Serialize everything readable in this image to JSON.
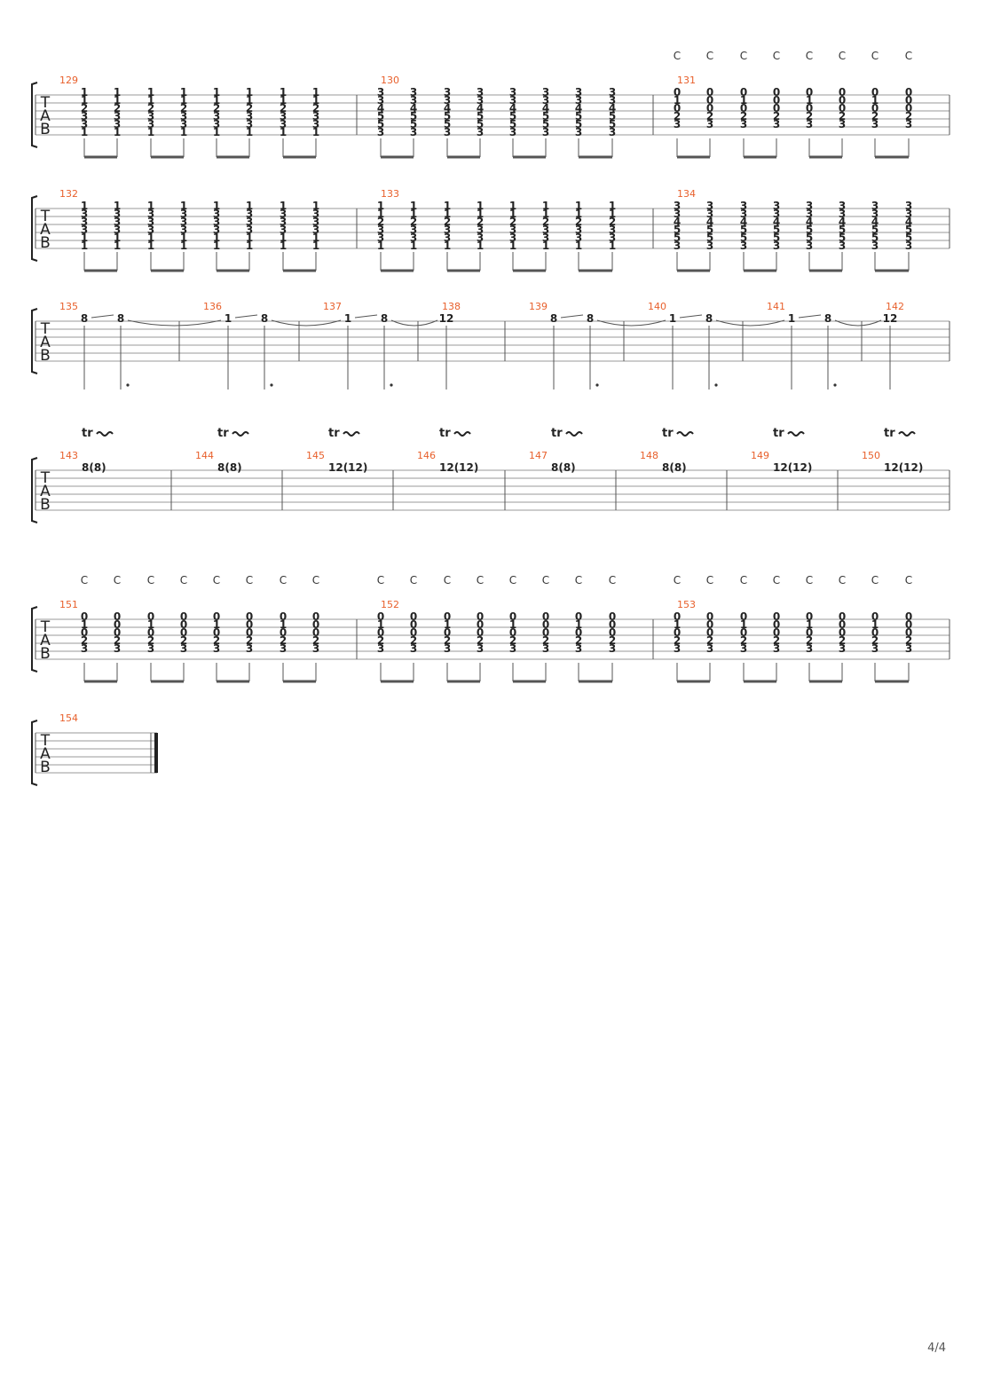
{
  "page": {
    "number": "4/4"
  },
  "clef": [
    "T",
    "A",
    "B"
  ],
  "systems": [
    {
      "chords": [
        "C",
        "C",
        "C",
        "C",
        "C",
        "C",
        "C",
        "C"
      ],
      "measures": [
        {
          "number": "129",
          "beats": 8,
          "strings": [
            "1",
            "1",
            "2",
            "3",
            "3",
            "1"
          ]
        },
        {
          "number": "130",
          "beats": 8,
          "strings": [
            "3",
            "3",
            "4",
            "5",
            "5",
            "3"
          ]
        },
        {
          "number": "131",
          "beats": 8,
          "strings": [
            "0",
            "1",
            "0",
            "2",
            "3",
            ""
          ],
          "alt2": "1/0"
        }
      ]
    },
    {
      "chords": [],
      "measures": [
        {
          "number": "132",
          "beats": 8,
          "strings": [
            "1",
            "3",
            "3",
            "3",
            "1",
            "1"
          ]
        },
        {
          "number": "133",
          "beats": 8,
          "strings": [
            "1",
            "1",
            "2",
            "3",
            "3",
            "1"
          ]
        },
        {
          "number": "134",
          "beats": 8,
          "strings": [
            "3",
            "3",
            "4",
            "5",
            "5",
            "3"
          ]
        }
      ]
    },
    {
      "chords": [],
      "measures": [
        {
          "number": "135",
          "notes": [
            "8",
            "8"
          ]
        },
        {
          "number": "136",
          "notes": [
            "1",
            "8"
          ]
        },
        {
          "number": "137",
          "notes": [
            "1",
            "8"
          ]
        },
        {
          "number": "138",
          "notes": [
            "12"
          ]
        },
        {
          "number": "139",
          "notes": [
            "8",
            "8"
          ]
        },
        {
          "number": "140",
          "notes": [
            "1",
            "8"
          ]
        },
        {
          "number": "141",
          "notes": [
            "1",
            "8"
          ]
        },
        {
          "number": "142",
          "notes": [
            "12"
          ]
        }
      ]
    },
    {
      "chords": [],
      "trill": "tr",
      "measures": [
        {
          "number": "143",
          "note": "8(8)"
        },
        {
          "number": "144",
          "note": "8(8)"
        },
        {
          "number": "145",
          "note": "12(12)"
        },
        {
          "number": "146",
          "note": "12(12)"
        },
        {
          "number": "147",
          "note": "8(8)"
        },
        {
          "number": "148",
          "note": "8(8)"
        },
        {
          "number": "149",
          "note": "12(12)"
        },
        {
          "number": "150",
          "note": "12(12)"
        }
      ]
    },
    {
      "chords": [
        "C",
        "C",
        "C",
        "C",
        "C",
        "C",
        "C",
        "C",
        "C",
        "C",
        "C",
        "C",
        "C",
        "C",
        "C",
        "C",
        "C",
        "C",
        "C",
        "C",
        "C",
        "C",
        "C",
        "C"
      ],
      "measures": [
        {
          "number": "151",
          "beats": 8,
          "strings": [
            "0",
            "1",
            "0",
            "2",
            "3",
            ""
          ],
          "alt2": "1/0"
        },
        {
          "number": "152",
          "beats": 8,
          "strings": [
            "0",
            "1",
            "0",
            "2",
            "3",
            ""
          ],
          "alt2": "1/0"
        },
        {
          "number": "153",
          "beats": 8,
          "strings": [
            "0",
            "1",
            "0",
            "2",
            "3",
            ""
          ],
          "alt2": "1/0"
        }
      ]
    },
    {
      "chords": [],
      "measures": [
        {
          "number": "154"
        }
      ]
    }
  ],
  "colors": {
    "measure_number": "#e8602c",
    "staff_line": "#999999",
    "ink": "#222222"
  }
}
